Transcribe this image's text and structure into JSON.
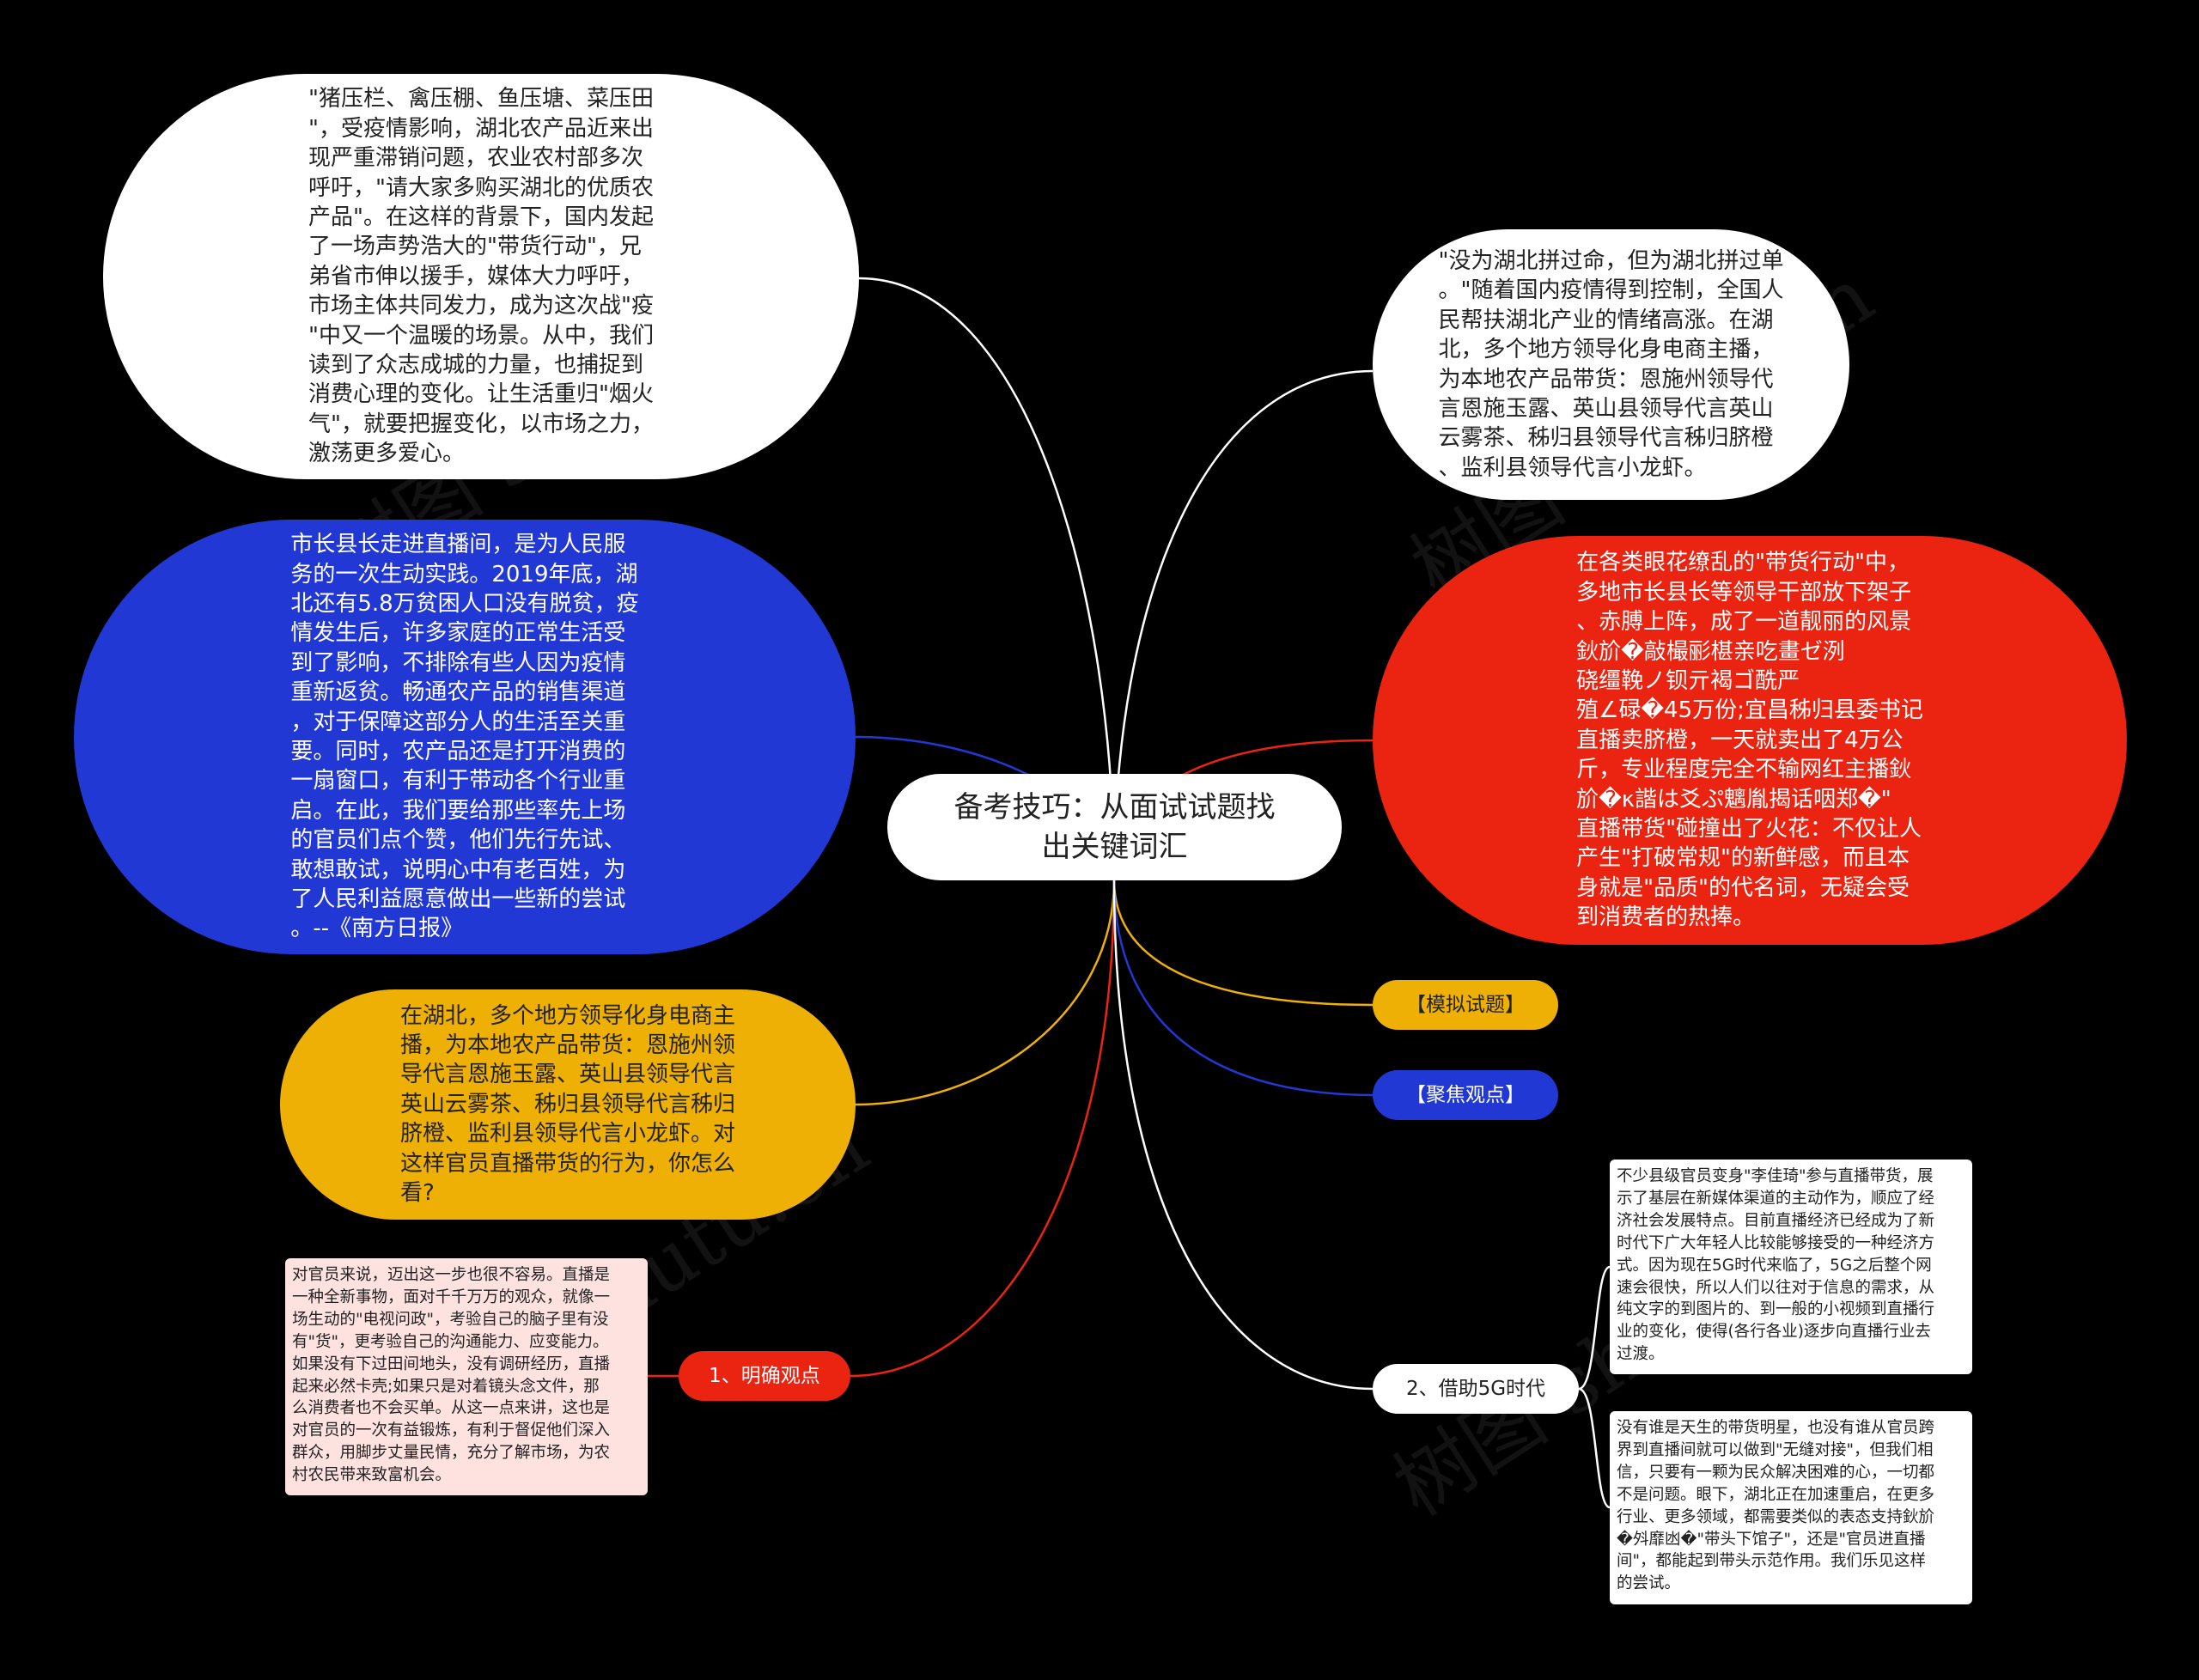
{
  "root": {
    "title": "备考技巧：从面试试题找\n出关键词汇"
  },
  "nodes": {
    "top_left": "\"猪压栏、禽压棚、鱼压塘、菜压田\n\"，受疫情影响，湖北农产品近来出\n现严重滞销问题，农业农村部多次\n呼吁，\"请大家多购买湖北的优质农\n产品\"。在这样的背景下，国内发起\n了一场声势浩大的\"带货行动\"，兄\n弟省市伸以援手，媒体大力呼吁，\n市场主体共同发力，成为这次战\"疫\n\"中又一个温暖的场景。从中，我们\n读到了众志成城的力量，也捕捉到\n消费心理的变化。让生活重归\"烟火\n气\"，就要把握变化，以市场之力，\n激荡更多爱心。",
    "top_right": "\"没为湖北拼过命，但为湖北拼过单\n。\"随着国内疫情得到控制，全国人\n民帮扶湖北产业的情绪高涨。在湖\n北，多个地方领导化身电商主播，\n为本地农产品带货：恩施州领导代\n言恩施玉露、英山县领导代言英山\n云雾茶、秭归县领导代言秭归脐橙\n、监利县领导代言小龙虾。",
    "left_blue": "市长县长走进直播间，是为人民服\n务的一次生动实践。2019年底，湖\n北还有5.8万贫困人口没有脱贫，疫\n情发生后，许多家庭的正常生活受\n到了影响，不排除有些人因为疫情\n重新返贫。畅通农产品的销售渠道\n，对于保障这部分人的生活至关重\n要。同时，农产品还是打开消费的\n一扇窗口，有利于带动各个行业重\n启。在此，我们要给那些率先上场\n的官员们点个赞，他们先行先试、\n敢想敢试，说明心中有老百姓，为\n了人民利益愿意做出一些新的尝试\n。--《南方日报》",
    "right_red": "在各类眼花缭乱的\"带货行动\"中，\n多地市长县长等领导干部放下架子\n、赤膊上阵，成了一道靓丽的风景\n鈥斺�敲樶彨椹亲吃畫ゼ洌\n硗缰鞔ノ钡亓褐ゴ酰严\n殖∠碌�45万份;宜昌秭归县委书记\n直播卖脐橙，一天就卖出了4万公\n斤，专业程度完全不输网红主播鈥\n斺�κ諧は爻ぷ魑胤揭话咽郑�\"\n直播带货\"碰撞出了火花：不仅让人\n产生\"打破常规\"的新鲜感，而且本\n身就是\"品质\"的代名词，无疑会受\n到消费者的热捧。",
    "left_yellow": "在湖北，多个地方领导化身电商主\n播，为本地农产品带货：恩施州领\n导代言恩施玉露、英山县领导代言\n英山云雾茶、秭归县领导代言秭归\n脐橙、监利县领导代言小龙虾。对\n这样官员直播带货的行为，你怎么\n看?"
  },
  "tags": {
    "mock": "【模拟试题】",
    "focus": "【聚焦观点】",
    "point_one": "1、明确观点",
    "point_two": "2、借助5G时代"
  },
  "boxes": {
    "pink": "对官员来说，迈出这一步也很不容易。直播是\n一种全新事物，面对千千万万的观众，就像一\n场生动的\"电视问政\"，考验自己的脑子里有没\n有\"货\"，更考验自己的沟通能力、应变能力。\n如果没有下过田间地头，没有调研经历，直播\n起来必然卡壳;如果只是对着镜头念文件，那\n么消费者也不会买单。从这一点来讲，这也是\n对官员的一次有益锻炼，有利于督促他们深入\n群众，用脚步丈量民情，充分了解市场，为农\n村农民带来致富机会。",
    "white_1": "不少县级官员变身\"李佳琦\"参与直播带货，展\n示了基层在新媒体渠道的主动作为，顺应了经\n济社会发展特点。目前直播经济已经成为了新\n时代下广大年轻人比较能够接受的一种经济方\n式。因为现在5G时代来临了，5G之后整个网\n速会很快，所以人们以往对于信息的需求，从\n纯文字的到图片的、到一般的小视频到直播行\n业的变化，使得(各行各业)逐步向直播行业去\n过渡。",
    "white_2": "没有谁是天生的带货明星，也没有谁从官员跨\n界到直播间就可以做到\"无缝对接\"，但我们相\n信，只要有一颗为民众解决困难的心，一切都\n不是问题。眼下，湖北正在加速重启，在更多\n行业、更多领域，都需要类似的表态支持鈥斺\n�斘靡凼�\"带头下馆子\"，还是\"官员进直播\n间\"，都能起到带头示范作用。我们乐见这样\n的尝试。"
  },
  "watermark": "树图 shutu.cn",
  "colors": {
    "background": "#000000",
    "white_link": "#ffffff",
    "blue": "#2238d4",
    "red": "#ea2410",
    "yellow": "#eeb005",
    "pink_box": "#fde2e0"
  }
}
